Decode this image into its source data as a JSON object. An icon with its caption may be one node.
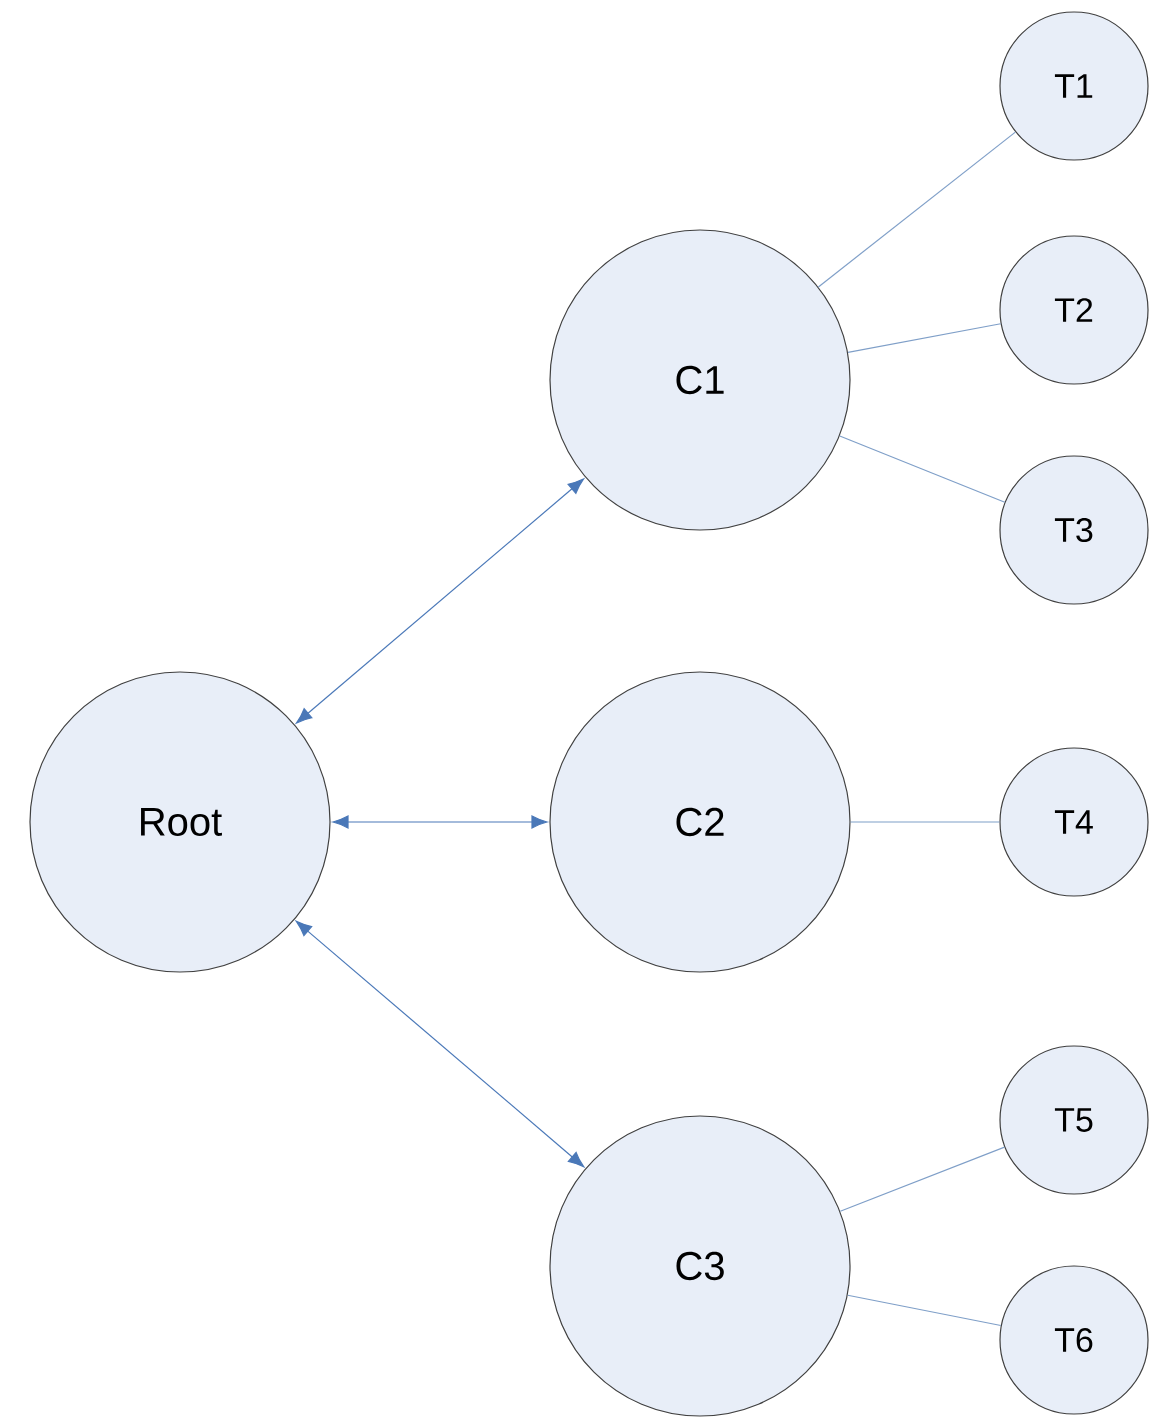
{
  "diagram": {
    "nodes": [
      {
        "text": [
          "Root"
        ]
      },
      {
        "text": [
          "C1"
        ]
      },
      {
        "text": [
          "C2"
        ]
      },
      {
        "text": [
          "C3"
        ]
      },
      {
        "text": [
          "T1"
        ]
      },
      {
        "text": [
          "T2"
        ]
      },
      {
        "text": [
          "T3"
        ]
      },
      {
        "text": [
          "T4"
        ]
      },
      {
        "text": [
          "T5"
        ]
      },
      {
        "text": [
          "T6"
        ]
      }
    ],
    "edges": [
      {
        "from": 0,
        "to": 1,
        "arrow": "both",
        "color": "#4a78b8"
      },
      {
        "from": 0,
        "to": 2,
        "arrow": "both",
        "color": "#4a78b8"
      },
      {
        "from": 0,
        "to": 3,
        "arrow": "both",
        "color": "#4a78b8"
      },
      {
        "from": 1,
        "to": 4,
        "arrow": "none"
      },
      {
        "from": 1,
        "to": 5,
        "arrow": "none"
      },
      {
        "from": 1,
        "to": 6,
        "arrow": "none"
      },
      {
        "from": 2,
        "to": 7,
        "arrow": "none"
      },
      {
        "from": 3,
        "to": 8,
        "arrow": "none"
      },
      {
        "from": 3,
        "to": 9,
        "arrow": "none"
      }
    ]
  }
}
